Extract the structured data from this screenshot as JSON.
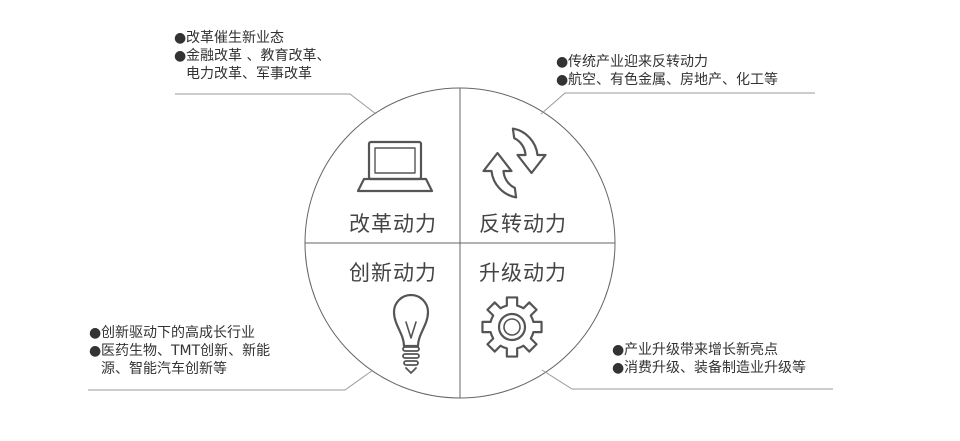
{
  "quadrants": {
    "top_left": {
      "label": "改革动力",
      "icon": "laptop-icon"
    },
    "top_right": {
      "label": "反转动力",
      "icon": "recycle-arrows-icon"
    },
    "bottom_left": {
      "label": "创新动力",
      "icon": "lightbulb-icon"
    },
    "bottom_right": {
      "label": "升级动力",
      "icon": "gear-icon"
    }
  },
  "notes": {
    "top_left": {
      "bullet": "●",
      "lines": [
        "改革催生新业态",
        "金融改革 、教育改革、",
        "电力改革、军事改革"
      ]
    },
    "top_right": {
      "bullet": "●",
      "lines": [
        "传统产业迎来反转动力",
        "航空、有色金属、房地产、化工等"
      ]
    },
    "bottom_left": {
      "bullet": "●",
      "lines": [
        "创新驱动下的高成长行业",
        "医药生物、TMT创新、新能",
        "源、智能汽车创新等"
      ]
    },
    "bottom_right": {
      "bullet": "●",
      "lines": [
        "产业升级带来增长新亮点",
        "消费升级、装备制造业升级等"
      ]
    }
  },
  "colors": {
    "circle_stroke": "#666666",
    "leader_line": "#9a9a9a",
    "icon_stroke": "#555555",
    "text": "#333333"
  }
}
